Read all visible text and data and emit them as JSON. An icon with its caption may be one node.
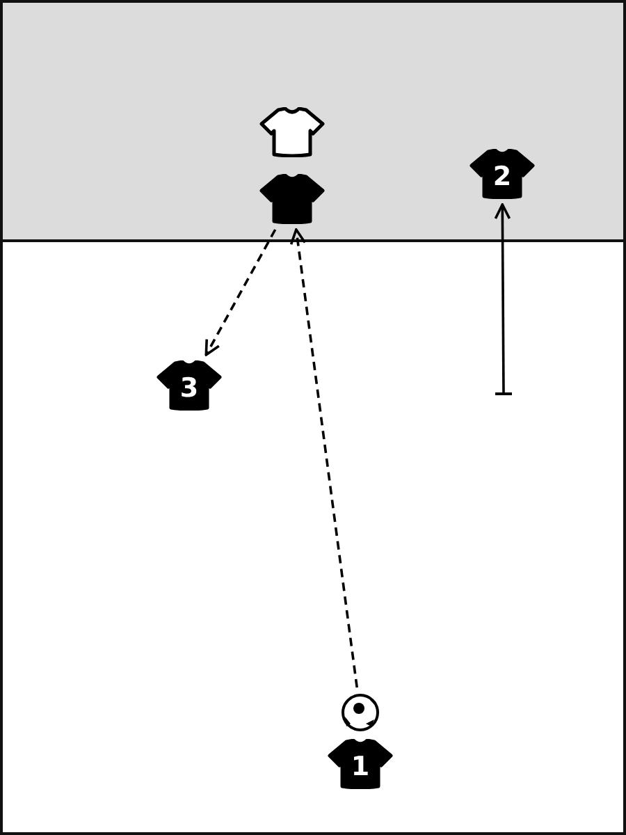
{
  "diagram": {
    "nodes": [
      {
        "text": [],
        "shape": "shirt"
      },
      {
        "text": [],
        "shape": "shirt"
      },
      {
        "text": [
          "2"
        ]
      },
      {
        "text": [
          "3"
        ]
      },
      {
        "text": [],
        "shape": "ball"
      },
      {
        "text": [
          "1"
        ]
      }
    ],
    "edges": [
      {
        "from": 4,
        "to": 1,
        "arrow": "to",
        "style": "dashed"
      },
      {
        "from": 1,
        "to": 3,
        "arrow": "to",
        "style": "dashed"
      },
      {
        "from": null,
        "to": 2,
        "arrow": "to"
      }
    ]
  }
}
